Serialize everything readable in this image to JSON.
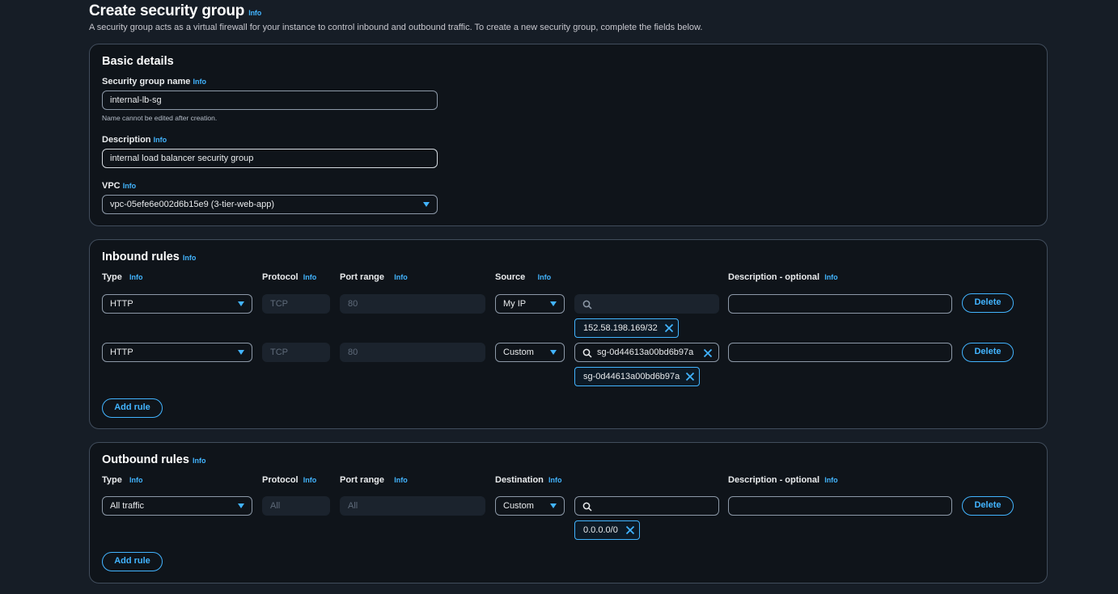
{
  "header": {
    "title": "Create security group",
    "info": "Info",
    "description": "A security group acts as a virtual firewall for your instance to control inbound and outbound traffic. To create a new security group, complete the fields below."
  },
  "basic": {
    "title": "Basic details",
    "name_label": "Security group name",
    "name_info": "Info",
    "name_value": "internal-lb-sg",
    "name_hint": "Name cannot be edited after creation.",
    "desc_label": "Description",
    "desc_info": "Info",
    "desc_value": "internal load balancer security group",
    "vpc_label": "VPC",
    "vpc_info": "Info",
    "vpc_value": "vpc-05efe6e002d6b15e9 (3-tier-web-app)"
  },
  "inbound": {
    "title": "Inbound rules",
    "info": "Info",
    "col_type": "Type",
    "col_protocol": "Protocol",
    "col_port": "Port range",
    "col_source": "Source",
    "col_desc": "Description - optional",
    "col_info": "Info",
    "rows": [
      {
        "type": "HTTP",
        "protocol": "TCP",
        "port": "80",
        "source": "My IP",
        "search": "",
        "token": "152.58.198.169/32",
        "description": "",
        "delete": "Delete"
      },
      {
        "type": "HTTP",
        "protocol": "TCP",
        "port": "80",
        "source": "Custom",
        "search": "sg-0d44613a00bd6b97a",
        "token": "sg-0d44613a00bd6b97a",
        "description": "",
        "delete": "Delete"
      }
    ],
    "add_rule": "Add rule"
  },
  "outbound": {
    "title": "Outbound rules",
    "info": "Info",
    "col_type": "Type",
    "col_protocol": "Protocol",
    "col_port": "Port range",
    "col_dest": "Destination",
    "col_desc": "Description - optional",
    "col_info": "Info",
    "rows": [
      {
        "type": "All traffic",
        "protocol": "All",
        "port": "All",
        "dest": "Custom",
        "search": "",
        "token": "0.0.0.0/0",
        "description": "",
        "delete": "Delete"
      }
    ],
    "add_rule": "Add rule"
  },
  "colors": {
    "background": "#161d26",
    "panel": "#0f141a",
    "accent": "#42b4ff",
    "border": "#414d5c"
  }
}
